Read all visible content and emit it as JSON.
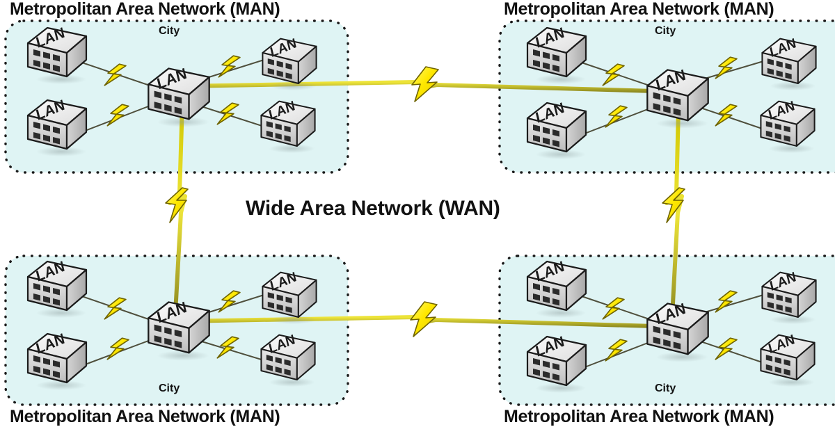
{
  "diagram": {
    "type": "network-topology",
    "wan_title": "Wide Area Network (WAN)",
    "man_title": "Metropolitan Area Network (MAN)",
    "city_label": "City",
    "node_label": "LAN",
    "colors": {
      "man_fill": "#dff4f4",
      "man_border": "#1a1a1a",
      "page_background": "#ffffff",
      "link_line": "#4a4a3a",
      "wan_link": "#d9d400",
      "bolt_fill": "#ffec00",
      "bolt_stroke": "#7a6f00",
      "building_light": "#f2f2f2",
      "building_mid": "#c9c9c9",
      "building_dark": "#9a9a9a",
      "text": "#111111"
    },
    "mans": [
      {
        "id": "man-top-left",
        "title": "Metropolitan Area Network (MAN)",
        "city_label": "City",
        "city_position": "top",
        "title_position": "top",
        "hub": {
          "label": "LAN"
        },
        "lans": [
          {
            "label": "LAN",
            "position": "top-left"
          },
          {
            "label": "LAN",
            "position": "bottom-left"
          },
          {
            "label": "LAN",
            "position": "top-right"
          },
          {
            "label": "LAN",
            "position": "bottom-right"
          }
        ]
      },
      {
        "id": "man-top-right",
        "title": "Metropolitan Area Network (MAN)",
        "city_label": "City",
        "city_position": "top",
        "title_position": "top",
        "hub": {
          "label": "LAN"
        },
        "lans": [
          {
            "label": "LAN",
            "position": "top-left"
          },
          {
            "label": "LAN",
            "position": "bottom-left"
          },
          {
            "label": "LAN",
            "position": "top-right"
          },
          {
            "label": "LAN",
            "position": "bottom-right"
          }
        ]
      },
      {
        "id": "man-bottom-left",
        "title": "Metropolitan Area Network (MAN)",
        "city_label": "City",
        "city_position": "bottom",
        "title_position": "bottom",
        "hub": {
          "label": "LAN"
        },
        "lans": [
          {
            "label": "LAN",
            "position": "top-left"
          },
          {
            "label": "LAN",
            "position": "bottom-left"
          },
          {
            "label": "LAN",
            "position": "top-right"
          },
          {
            "label": "LAN",
            "position": "bottom-right"
          }
        ]
      },
      {
        "id": "man-bottom-right",
        "title": "Metropolitan Area Network (MAN)",
        "city_label": "City",
        "city_position": "bottom",
        "title_position": "bottom",
        "hub": {
          "label": "LAN"
        },
        "lans": [
          {
            "label": "LAN",
            "position": "top-left"
          },
          {
            "label": "LAN",
            "position": "bottom-left"
          },
          {
            "label": "LAN",
            "position": "top-right"
          },
          {
            "label": "LAN",
            "position": "bottom-right"
          }
        ]
      }
    ],
    "wan_links": [
      {
        "from": "man-top-left",
        "to": "man-top-right",
        "orientation": "horizontal"
      },
      {
        "from": "man-bottom-left",
        "to": "man-bottom-right",
        "orientation": "horizontal"
      },
      {
        "from": "man-top-left",
        "to": "man-bottom-left",
        "orientation": "vertical"
      },
      {
        "from": "man-top-right",
        "to": "man-bottom-right",
        "orientation": "vertical"
      }
    ]
  }
}
